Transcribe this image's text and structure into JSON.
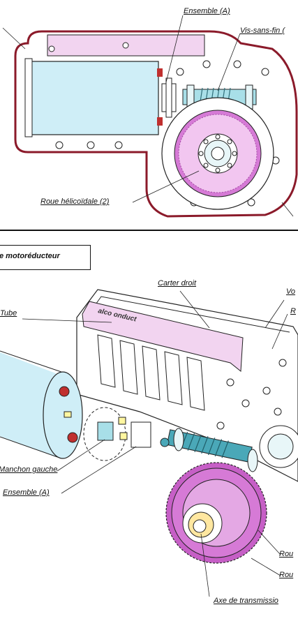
{
  "top_view": {
    "labels": {
      "ensemble": "Ensemble (A)",
      "vis_sans_fin": "Vis-sans-fin (",
      "roue_helicoidale": "Roue hélicoïdale (2)"
    }
  },
  "exploded_view": {
    "title": "e motoréducteur",
    "labels": {
      "carter_droit": "Carter droit",
      "tube": "Tube",
      "manchon_gauche": "Manchon gauche",
      "ensemble": "Ensemble (A)",
      "axe_transmission": "Axe de transmissio",
      "right_top_1": "Vo",
      "right_top_2": "R",
      "right_bottom_1": "Rou",
      "right_bottom_2": "Rou"
    },
    "housing_text": "alco onduct"
  },
  "colors": {
    "housing_outline": "#8b1a2a",
    "motor_fill": "#cfeef7",
    "pink_fill": "#f2d4f0",
    "gear_fill": "#d67ad6",
    "worm_fill": "#4aa8b8",
    "line": "#222222"
  }
}
